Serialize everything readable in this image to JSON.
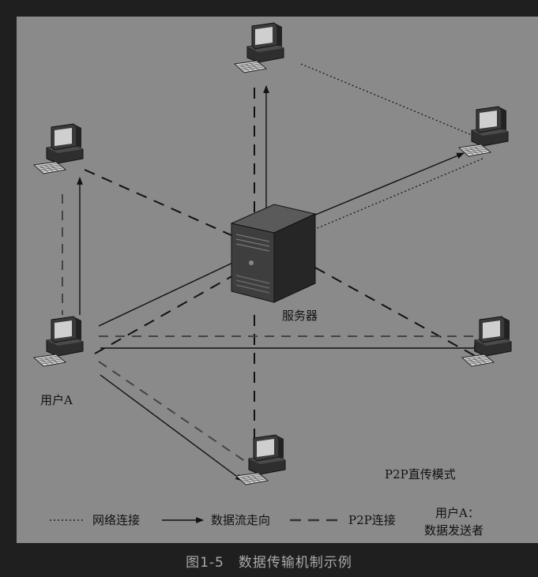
{
  "diagram": {
    "server_label": "服务器",
    "user_a_label": "用户A",
    "mode_label": "P2P直传模式",
    "note_line1": "用户A：",
    "note_line2": "数据发送者"
  },
  "legend": {
    "network": "网络连接",
    "dataflow": "数据流走向",
    "p2p": "P2P连接"
  },
  "caption": {
    "number": "图1-5",
    "title": "数据传输机制示例"
  },
  "colors": {
    "page_bg": "#1f1f1f",
    "panel_bg": "#8a8a8a",
    "line": "#111111",
    "p2p_line": "#444444",
    "caption_text": "#a9a9a9"
  }
}
